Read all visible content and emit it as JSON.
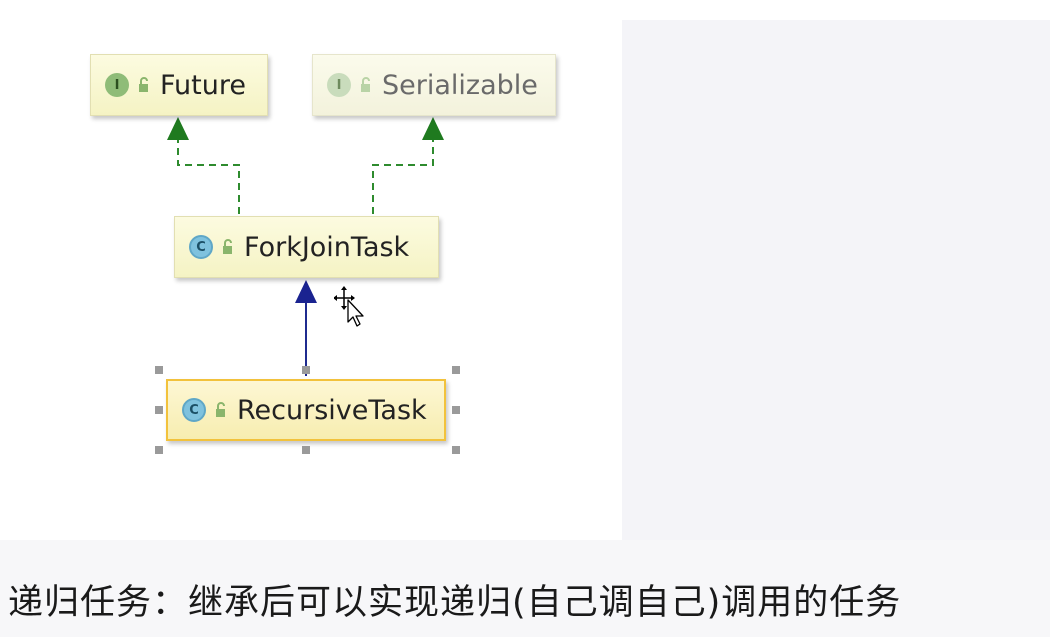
{
  "diagram": {
    "nodes": {
      "future": {
        "name": "Future",
        "kind_badge": "I",
        "kind": "interface"
      },
      "serializable": {
        "name": "Serializable",
        "kind_badge": "I",
        "kind": "interface"
      },
      "forkjointask": {
        "name": "ForkJoinTask",
        "kind_badge": "C",
        "kind": "class"
      },
      "recursivetask": {
        "name": "RecursiveTask",
        "kind_badge": "C",
        "kind": "class"
      }
    },
    "edges": [
      {
        "from": "ForkJoinTask",
        "to": "Future",
        "relation": "implements",
        "style": "dashed",
        "color": "#2e8b2e"
      },
      {
        "from": "ForkJoinTask",
        "to": "Serializable",
        "relation": "implements",
        "style": "dashed",
        "color": "#2e8b2e"
      },
      {
        "from": "RecursiveTask",
        "to": "ForkJoinTask",
        "relation": "extends",
        "style": "solid",
        "color": "#1f2b8f"
      }
    ],
    "selected_node": "RecursiveTask"
  },
  "caption": {
    "text": "递归任务：继承后可以实现递归(自己调自己)调用的任务"
  },
  "colors": {
    "node_fill": "#f7f5cf",
    "implements_arrow": "#2e8b2e",
    "extends_arrow": "#1f2b8f",
    "selection_border": "#f2c23c"
  }
}
